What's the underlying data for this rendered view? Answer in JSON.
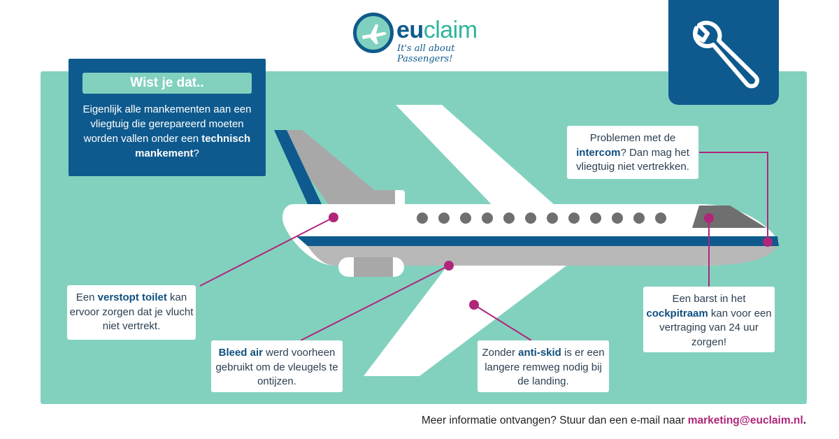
{
  "logo": {
    "brand_eu": "eu",
    "brand_claim": "claim",
    "tagline": "It's all about Passengers!"
  },
  "colors": {
    "teal": "#82d1bf",
    "navy": "#0e5a8e",
    "magenta": "#b0267a",
    "plane_white": "#ffffff",
    "plane_grey": "#a9a9a9"
  },
  "info": {
    "title": "Wist je dat..",
    "text_before": "Eigenlijk alle mankementen aan een vliegtuig die gerepareerd moeten worden vallen onder een ",
    "text_bold": "technisch mankement",
    "text_after": "?"
  },
  "callouts": {
    "intercom": {
      "pre": "Problemen met de ",
      "bold": "intercom",
      "post": "? Dan mag het vliegtuig niet vertrekken."
    },
    "toilet": {
      "pre": "Een ",
      "bold": "verstopt toilet",
      "post": " kan ervoor zorgen dat je vlucht niet vertrekt."
    },
    "bleed": {
      "pre": "",
      "bold": "Bleed air",
      "post": " werd voorheen gebruikt om de vleugels te ontijzen."
    },
    "antiskid": {
      "pre": "Zonder ",
      "bold": "anti-skid",
      "post": " is er een langere remweg nodig bij de landing."
    },
    "cockpit": {
      "pre": "Een barst in het ",
      "bold": "cockpitraam",
      "post": " kan voor een vertraging van 24 uur zorgen!"
    }
  },
  "icons": {
    "wrench": "wrench-icon",
    "plane_logo": "airplane-icon"
  },
  "footer": {
    "text": "Meer informatie ontvangen? Stuur dan een e-mail naar ",
    "email": "marketing@euclaim.nl",
    "end": "."
  }
}
